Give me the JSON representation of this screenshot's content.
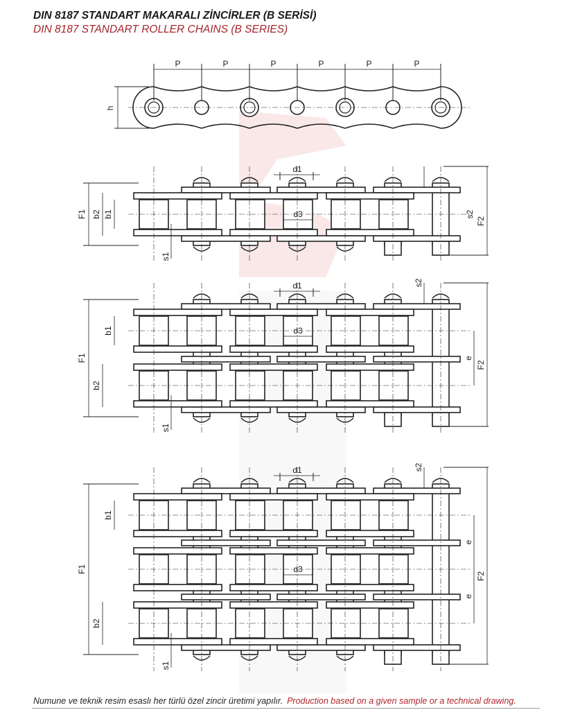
{
  "header": {
    "title_tr": "DIN 8187 STANDART MAKARALI ZİNCİRLER (B SERİSİ)",
    "title_en": "DIN 8187 STANDART ROLLER CHAINS (B SERIES)"
  },
  "labels": {
    "P": "P",
    "h": "h",
    "d1": "d1",
    "d3": "d3",
    "b1": "b1",
    "b2": "b2",
    "F1": "F1",
    "F2": "F2",
    "s1": "s1",
    "s2": "s2",
    "e": "e"
  },
  "views": [
    {
      "name": "side-view"
    },
    {
      "name": "simplex-top-view",
      "strands": 1
    },
    {
      "name": "duplex-top-view",
      "strands": 2
    },
    {
      "name": "triplex-top-view",
      "strands": 3
    }
  ],
  "footer": {
    "note_tr": "Numune ve teknik resim esaslı her türlü özel zincir üretimi yapılır.",
    "note_en": "Production based on a given sample or a technical drawing."
  },
  "colors": {
    "line": "#222222",
    "accent": "#a3252b",
    "watermark": "#f6d6d6"
  }
}
